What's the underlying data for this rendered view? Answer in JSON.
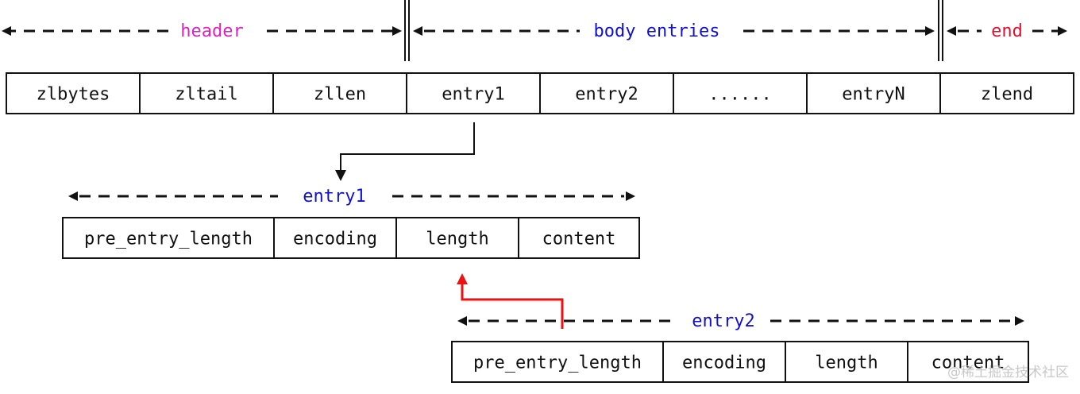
{
  "colors": {
    "header": "#e020c0",
    "body_entries": "#1010d0",
    "end": "#e01030",
    "entry_label": "#1010d0",
    "arrow_red": "#ee1111",
    "line": "#111111"
  },
  "top_labels": {
    "header": "header",
    "body_entries": "body entries",
    "end": "end"
  },
  "top_row": [
    "zlbytes",
    "zltail",
    "zllen",
    "entry1",
    "entry2",
    "......",
    "entryN",
    "zlend"
  ],
  "entry1": {
    "label": "entry1",
    "fields": [
      "pre_entry_length",
      "encoding",
      "length",
      "content"
    ]
  },
  "entry2": {
    "label": "entry2",
    "fields": [
      "pre_entry_length",
      "encoding",
      "length",
      "content"
    ]
  },
  "watermark": "@稀土掘金技术社区"
}
